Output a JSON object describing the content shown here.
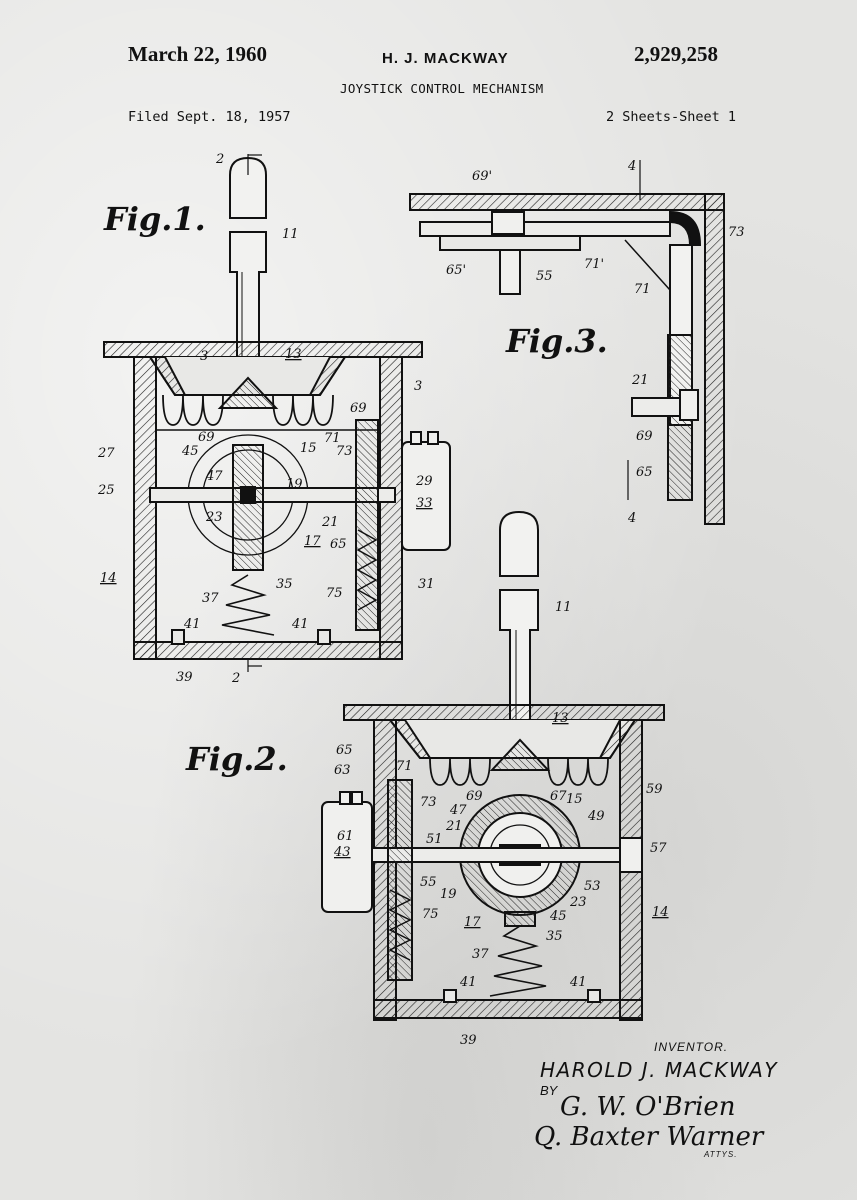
{
  "header": {
    "date": "March 22, 1960",
    "inventor": "H. J. MACKWAY",
    "patent_number": "2,929,258",
    "title": "JOYSTICK CONTROL MECHANISM",
    "filed": "Filed Sept. 18, 1957",
    "sheets": "2 Sheets-Sheet 1"
  },
  "figures": {
    "fig1": "Fig.1.",
    "fig2": "Fig.2.",
    "fig3": "Fig.3."
  },
  "fig1_refs": {
    "r2top": "2",
    "r11": "11",
    "r13": "13",
    "r3a": "3",
    "r3b": "3",
    "r69a": "69",
    "r69b": "69",
    "r45": "45",
    "r15": "15",
    "r71": "71",
    "r73": "73",
    "r27": "27",
    "r47": "47",
    "r19": "19",
    "r29": "29",
    "r25": "25",
    "r33": "33",
    "r23": "23",
    "r21": "21",
    "r17": "17",
    "r65": "65",
    "r14": "14",
    "r35": "35",
    "r75": "75",
    "r31": "31",
    "r37": "37",
    "r41a": "41",
    "r41b": "41",
    "r39": "39",
    "r2bot": "2"
  },
  "fig2_refs": {
    "r11": "11",
    "r13": "13",
    "r65": "65",
    "r63": "63",
    "r71": "71",
    "r69": "69",
    "r67": "67",
    "r15": "15",
    "r59": "59",
    "r73": "73",
    "r47": "47",
    "r21": "21",
    "r49": "49",
    "r61": "61",
    "r51": "51",
    "r57": "57",
    "r43": "43",
    "r55": "55",
    "r53": "53",
    "r19": "19",
    "r23": "23",
    "r45": "45",
    "r14": "14",
    "r75": "75",
    "r17": "17",
    "r35": "35",
    "r37": "37",
    "r41a": "41",
    "r41b": "41",
    "r39": "39"
  },
  "fig3_refs": {
    "r4top": "4",
    "r69p": "69'",
    "r73": "73",
    "r65p": "65'",
    "r55": "55",
    "r71p": "71'",
    "r71": "71",
    "r21": "21",
    "r69": "69",
    "r65": "65",
    "r4bot": "4"
  },
  "signature": {
    "inventor_label": "INVENTOR.",
    "inventor_name": "HAROLD J. MACKWAY",
    "by": "BY",
    "attorney_1": "G. W. O'Brien",
    "attorney_2": "Q. Baxter Warner",
    "attys": "ATTYS."
  }
}
